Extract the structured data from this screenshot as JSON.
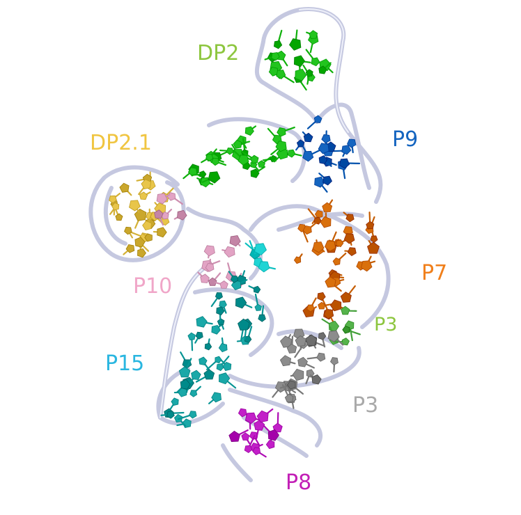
{
  "labels": [
    {
      "id": "dp2",
      "text": "DP2",
      "color": "#8dc63f"
    },
    {
      "id": "p9",
      "text": "P9",
      "color": "#1565c0"
    },
    {
      "id": "dp21",
      "text": "DP2.1",
      "color": "#f0c541"
    },
    {
      "id": "p7",
      "text": "P7",
      "color": "#f07f1b"
    },
    {
      "id": "p10",
      "text": "P10",
      "color": "#f0a6c8"
    },
    {
      "id": "p3a",
      "text": "P3",
      "color": "#8dc63f"
    },
    {
      "id": "p15",
      "text": "P15",
      "color": "#29b6e0"
    },
    {
      "id": "p3b",
      "text": "P3",
      "color": "#a9a9a9"
    },
    {
      "id": "p8",
      "text": "P8",
      "color": "#c21fb6"
    }
  ],
  "colors": {
    "backbone": "#c5c8e0",
    "dp2": "#22c41e",
    "p9": "#1565c0",
    "dp21": "#e8c54a",
    "p7": "#d9700c",
    "p10": "#e2a3c4",
    "p3_green": "#55b34b",
    "p15": "#1aa8a8",
    "p15_light": "#1fd4d4",
    "p3_grey": "#8c8c8c",
    "p8": "#c21fc8"
  }
}
